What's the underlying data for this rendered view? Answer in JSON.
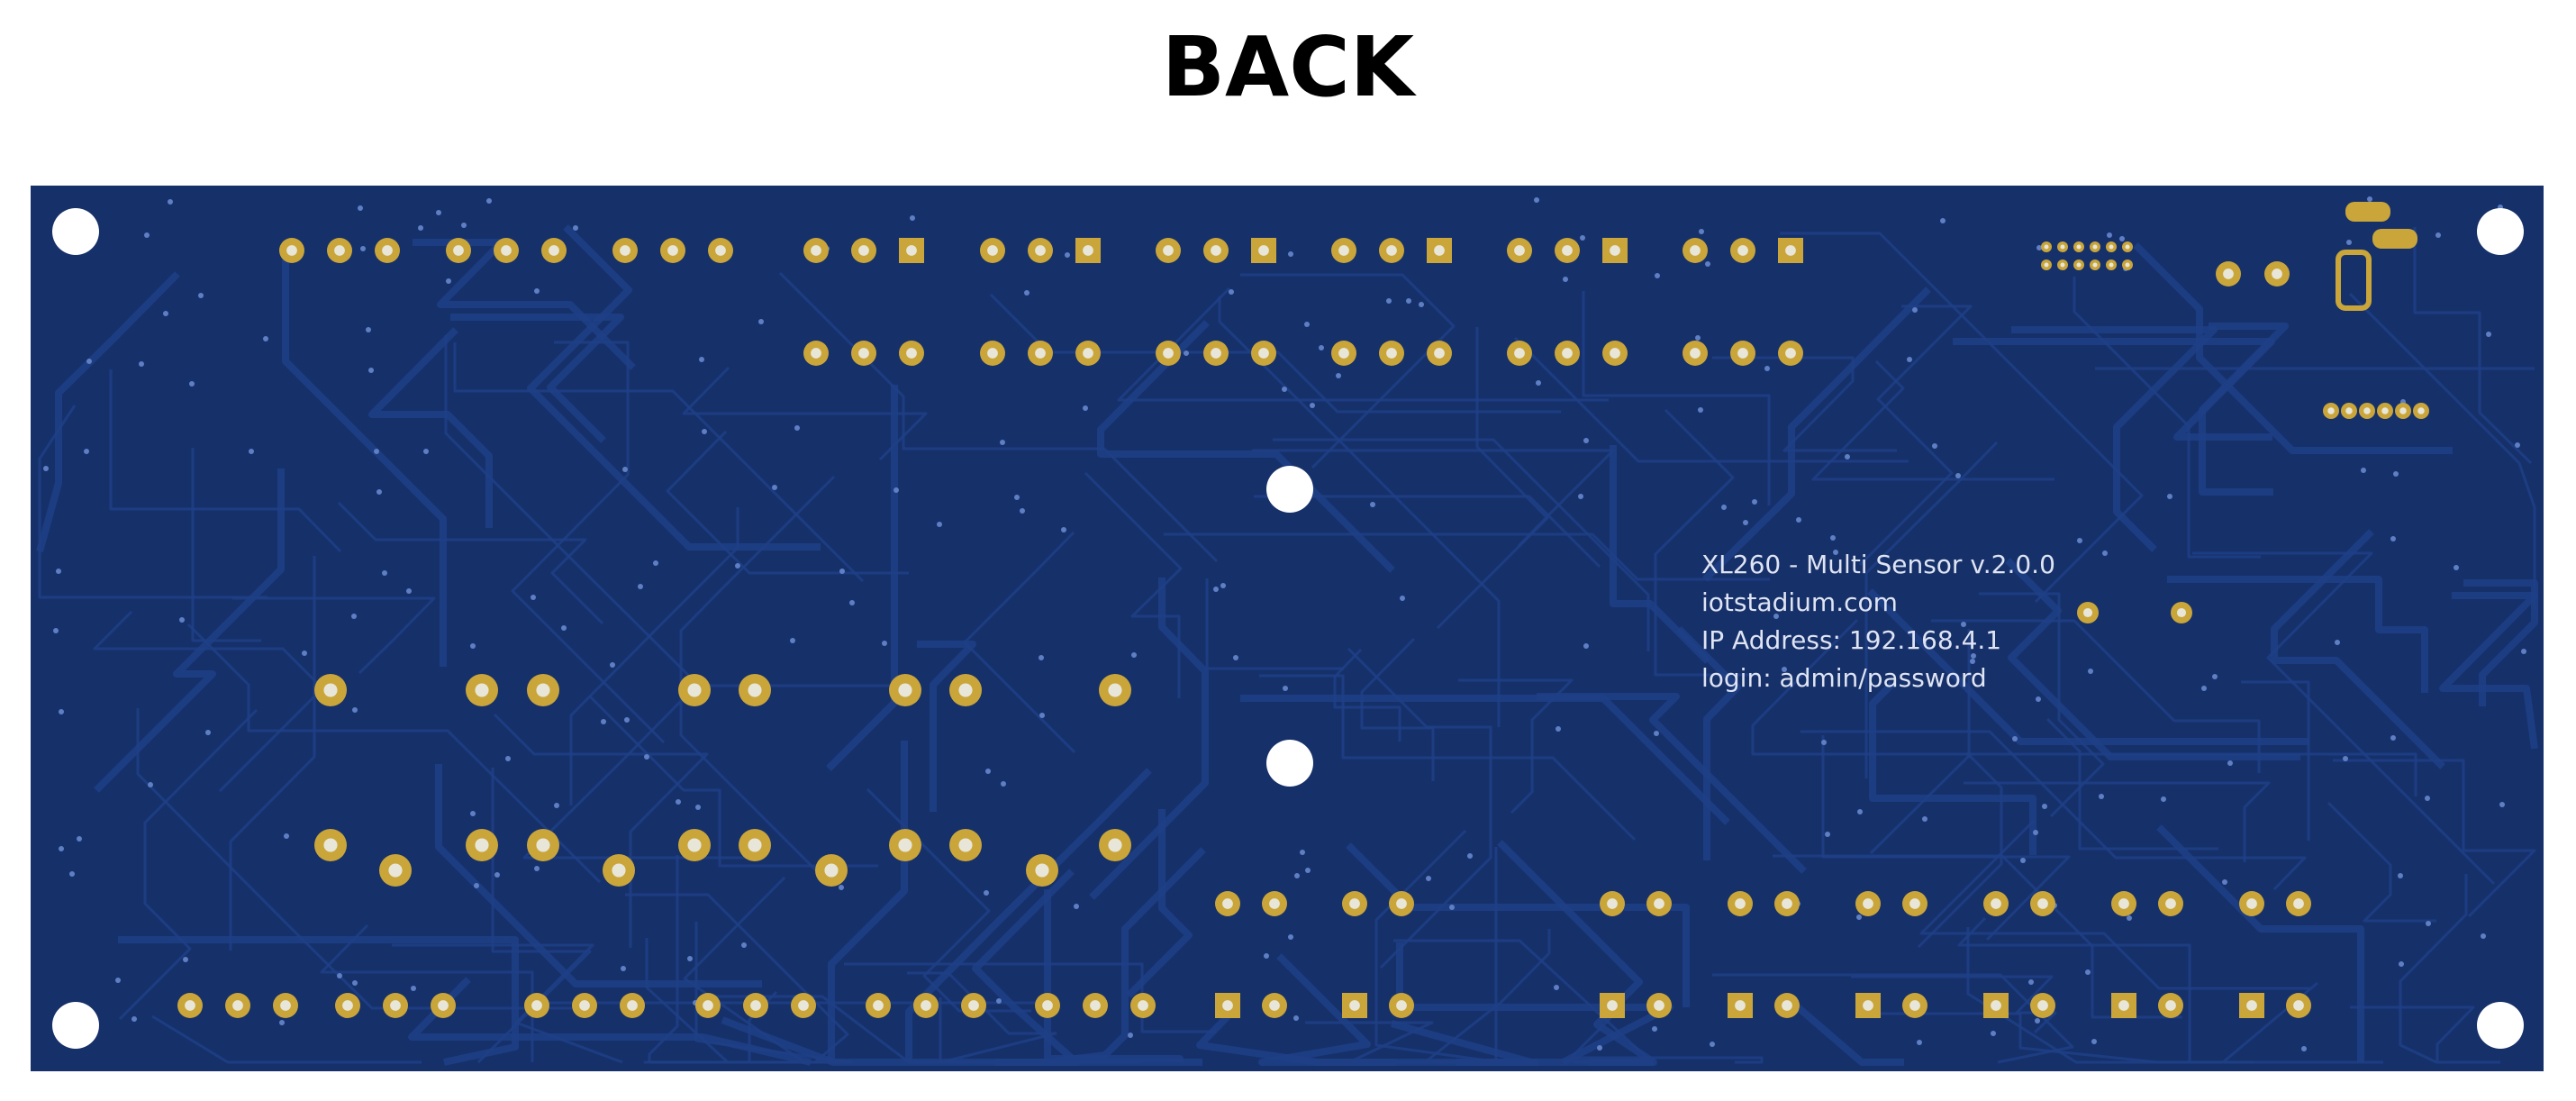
{
  "page": {
    "title": "BACK"
  },
  "board": {
    "silkscreen": [
      "XL260 - Multi Sensor v.2.0.0",
      "iotstadium.com",
      "IP Address: 192.168.4.1",
      "login: admin/password"
    ],
    "colors": {
      "board": "#16306a",
      "trace": "#1f3f86",
      "copper": "#c9a53a",
      "drill": "#ffffff"
    }
  }
}
